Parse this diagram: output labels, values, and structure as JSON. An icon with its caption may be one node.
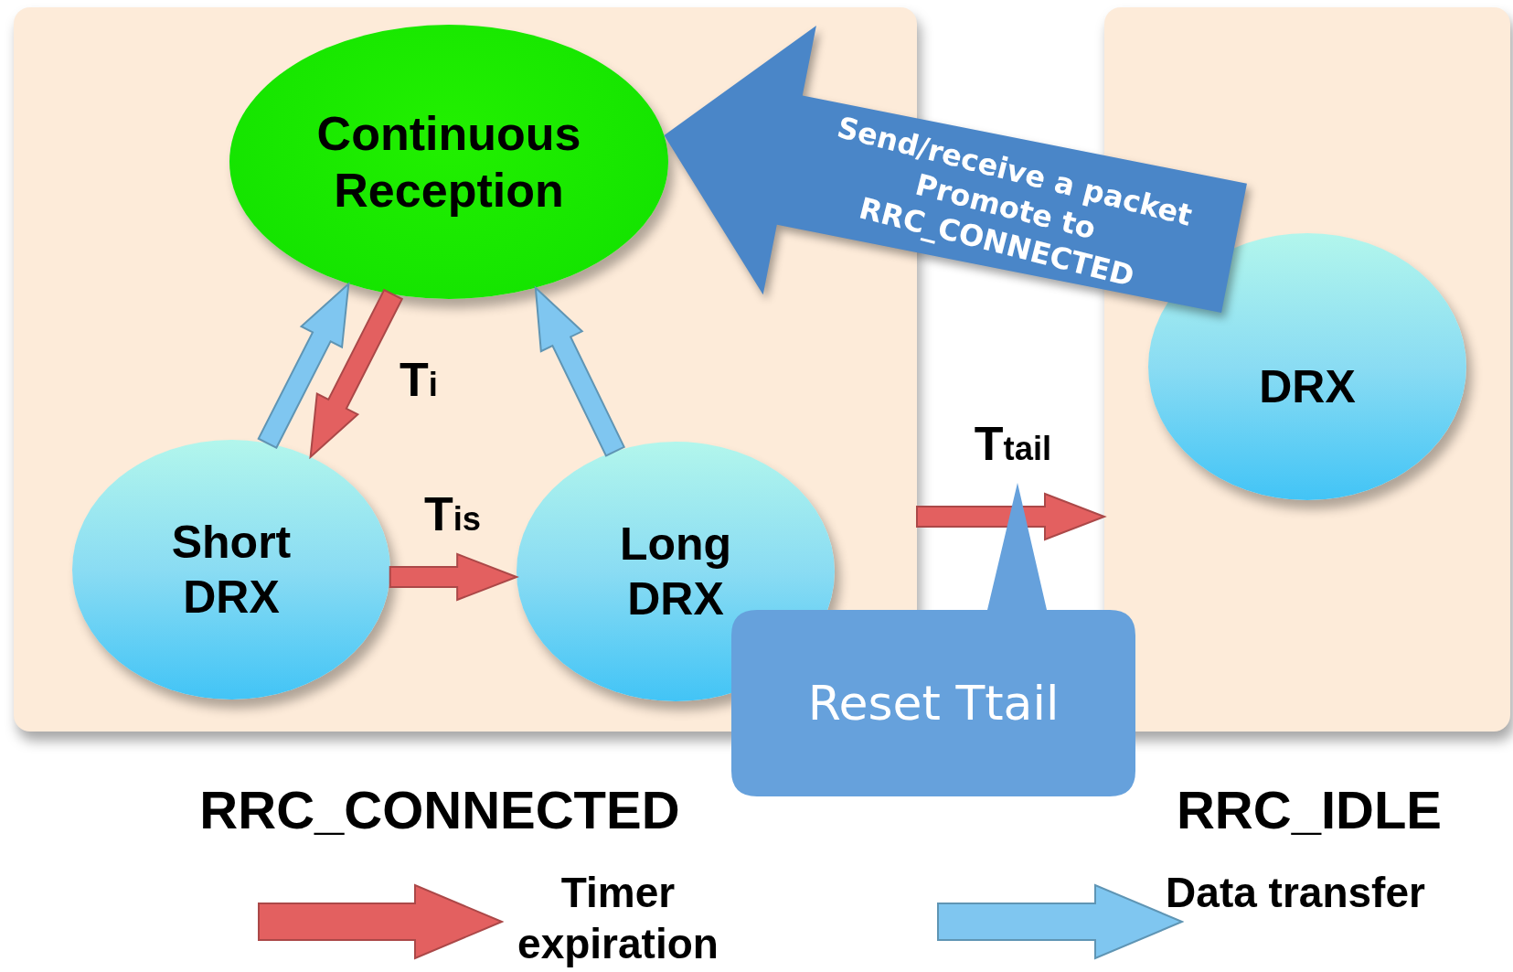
{
  "diagram": {
    "nodes": [
      {
        "text": [
          "RRC_CONNECTED"
        ]
      },
      {
        "text": [
          "Continuous Reception"
        ],
        "in": 0
      },
      {
        "text": [
          "Short DRX"
        ],
        "in": 0
      },
      {
        "text": [
          "Long DRX"
        ],
        "in": 0
      },
      {
        "text": [
          "RRC_IDLE"
        ]
      },
      {
        "text": [
          "DRX"
        ],
        "in": 4
      },
      {
        "text": [
          "Reset Ttail"
        ]
      }
    ],
    "edges": [
      {
        "from": 2,
        "to": 1,
        "arrow": "to",
        "color": "#7fc6f0"
      },
      {
        "from": 1,
        "to": 2,
        "arrow": "to",
        "label": "T$_{i}$",
        "color": "#e36060"
      },
      {
        "from": 2,
        "to": 3,
        "arrow": "to",
        "label": "T$_{is}$",
        "color": "#e36060"
      },
      {
        "from": 3,
        "to": 1,
        "arrow": "to",
        "color": "#7fc6f0"
      },
      {
        "from": 0,
        "to": 4,
        "arrow": "to",
        "label": "T$_{tail}$",
        "color": "#e36060"
      },
      {
        "from": 5,
        "to": 1,
        "arrow": "to",
        "label": "Send/receive a packet Promote to RRC_CONNECTED",
        "style": "thick",
        "color": "#4a86c8"
      }
    ],
    "legend": [
      {
        "text": "Timer expiration"
      },
      {
        "text": "Data transfer"
      }
    ]
  }
}
